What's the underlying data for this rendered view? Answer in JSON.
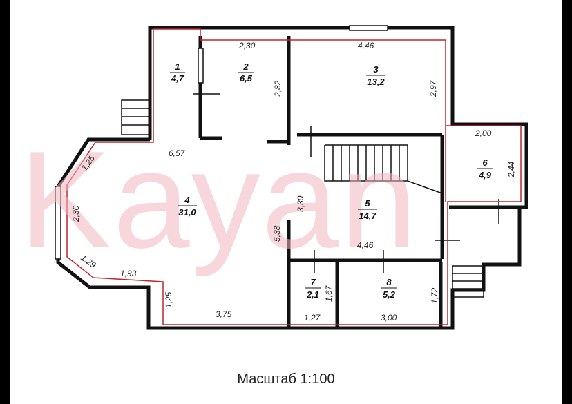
{
  "watermark": "Kayan",
  "scale_label": "Масштаб 1:100",
  "colors": {
    "wall": "#111111",
    "room_outline": "#c0262d",
    "watermark": "#f2b8c0"
  },
  "rooms": [
    {
      "number": "1",
      "area": "4,7"
    },
    {
      "number": "2",
      "area": "6,5"
    },
    {
      "number": "3",
      "area": "13,2"
    },
    {
      "number": "4",
      "area": "31,0"
    },
    {
      "number": "5",
      "area": "14,7"
    },
    {
      "number": "6",
      "area": "4,9"
    },
    {
      "number": "7",
      "area": "2,1"
    },
    {
      "number": "8",
      "area": "5,2"
    }
  ],
  "dimensions": [
    "2,30",
    "4,46",
    "2,82",
    "2,97",
    "2,00",
    "2,44",
    "6,57",
    "1,25",
    "2,30",
    "3,30",
    "5,38",
    "4,46",
    "1,29",
    "1,93",
    "1,25",
    "3,75",
    "1,67",
    "1,27",
    "3,00",
    "1,72"
  ]
}
